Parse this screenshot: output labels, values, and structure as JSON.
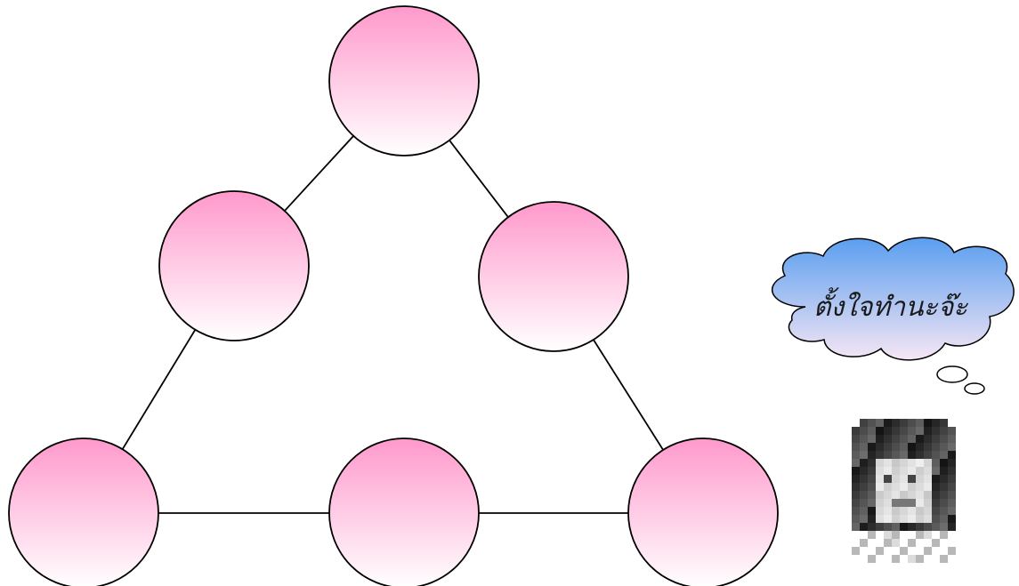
{
  "diagram": {
    "nodes": [
      {
        "id": "top"
      },
      {
        "id": "left-middle"
      },
      {
        "id": "right-middle"
      },
      {
        "id": "bottom-left"
      },
      {
        "id": "bottom-center"
      },
      {
        "id": "bottom-right"
      }
    ],
    "edges": [
      {
        "from": "top",
        "to": "left-middle"
      },
      {
        "from": "top",
        "to": "right-middle"
      },
      {
        "from": "left-middle",
        "to": "bottom-left"
      },
      {
        "from": "right-middle",
        "to": "bottom-right"
      },
      {
        "from": "bottom-left",
        "to": "bottom-center"
      },
      {
        "from": "bottom-center",
        "to": "bottom-right"
      }
    ],
    "node_fill_top": "#ff99cc",
    "node_fill_bottom": "#ffffff",
    "node_stroke": "#000000"
  },
  "thought_bubble": {
    "text": "ตั้งใจทำนะจ๊ะ",
    "fill_top": "#5a9ef0",
    "fill_bottom": "#f6e6f4"
  },
  "portrait": {
    "icon": "pixelated-portrait-icon"
  }
}
